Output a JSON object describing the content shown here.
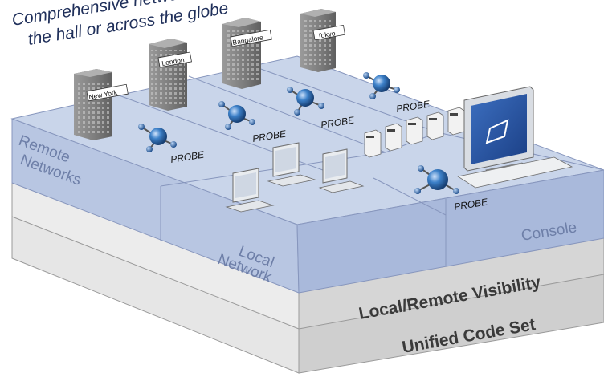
{
  "caption": {
    "line1": "Comprehensive network visibility,",
    "line2": "the hall or across the globe"
  },
  "layers": {
    "base": "Unified Code Set",
    "middle": "Local/Remote Visibility"
  },
  "zones": {
    "remote": [
      "Remote",
      "Networks"
    ],
    "local": [
      "Local",
      "Network"
    ],
    "console": "Console"
  },
  "cities": [
    "New York",
    "London",
    "Bangalore",
    "Tokyo"
  ],
  "probe_label": "PROBE",
  "colors": {
    "slab_top": "#c7d3e8",
    "slab_side": "#a5b4d3",
    "zone_text": "#6e7fa8",
    "layer_text": "#3a3a3a",
    "probe_blue": "#2f6fb5",
    "building": "#7e7e7e",
    "caption": "#1f2f5a"
  }
}
